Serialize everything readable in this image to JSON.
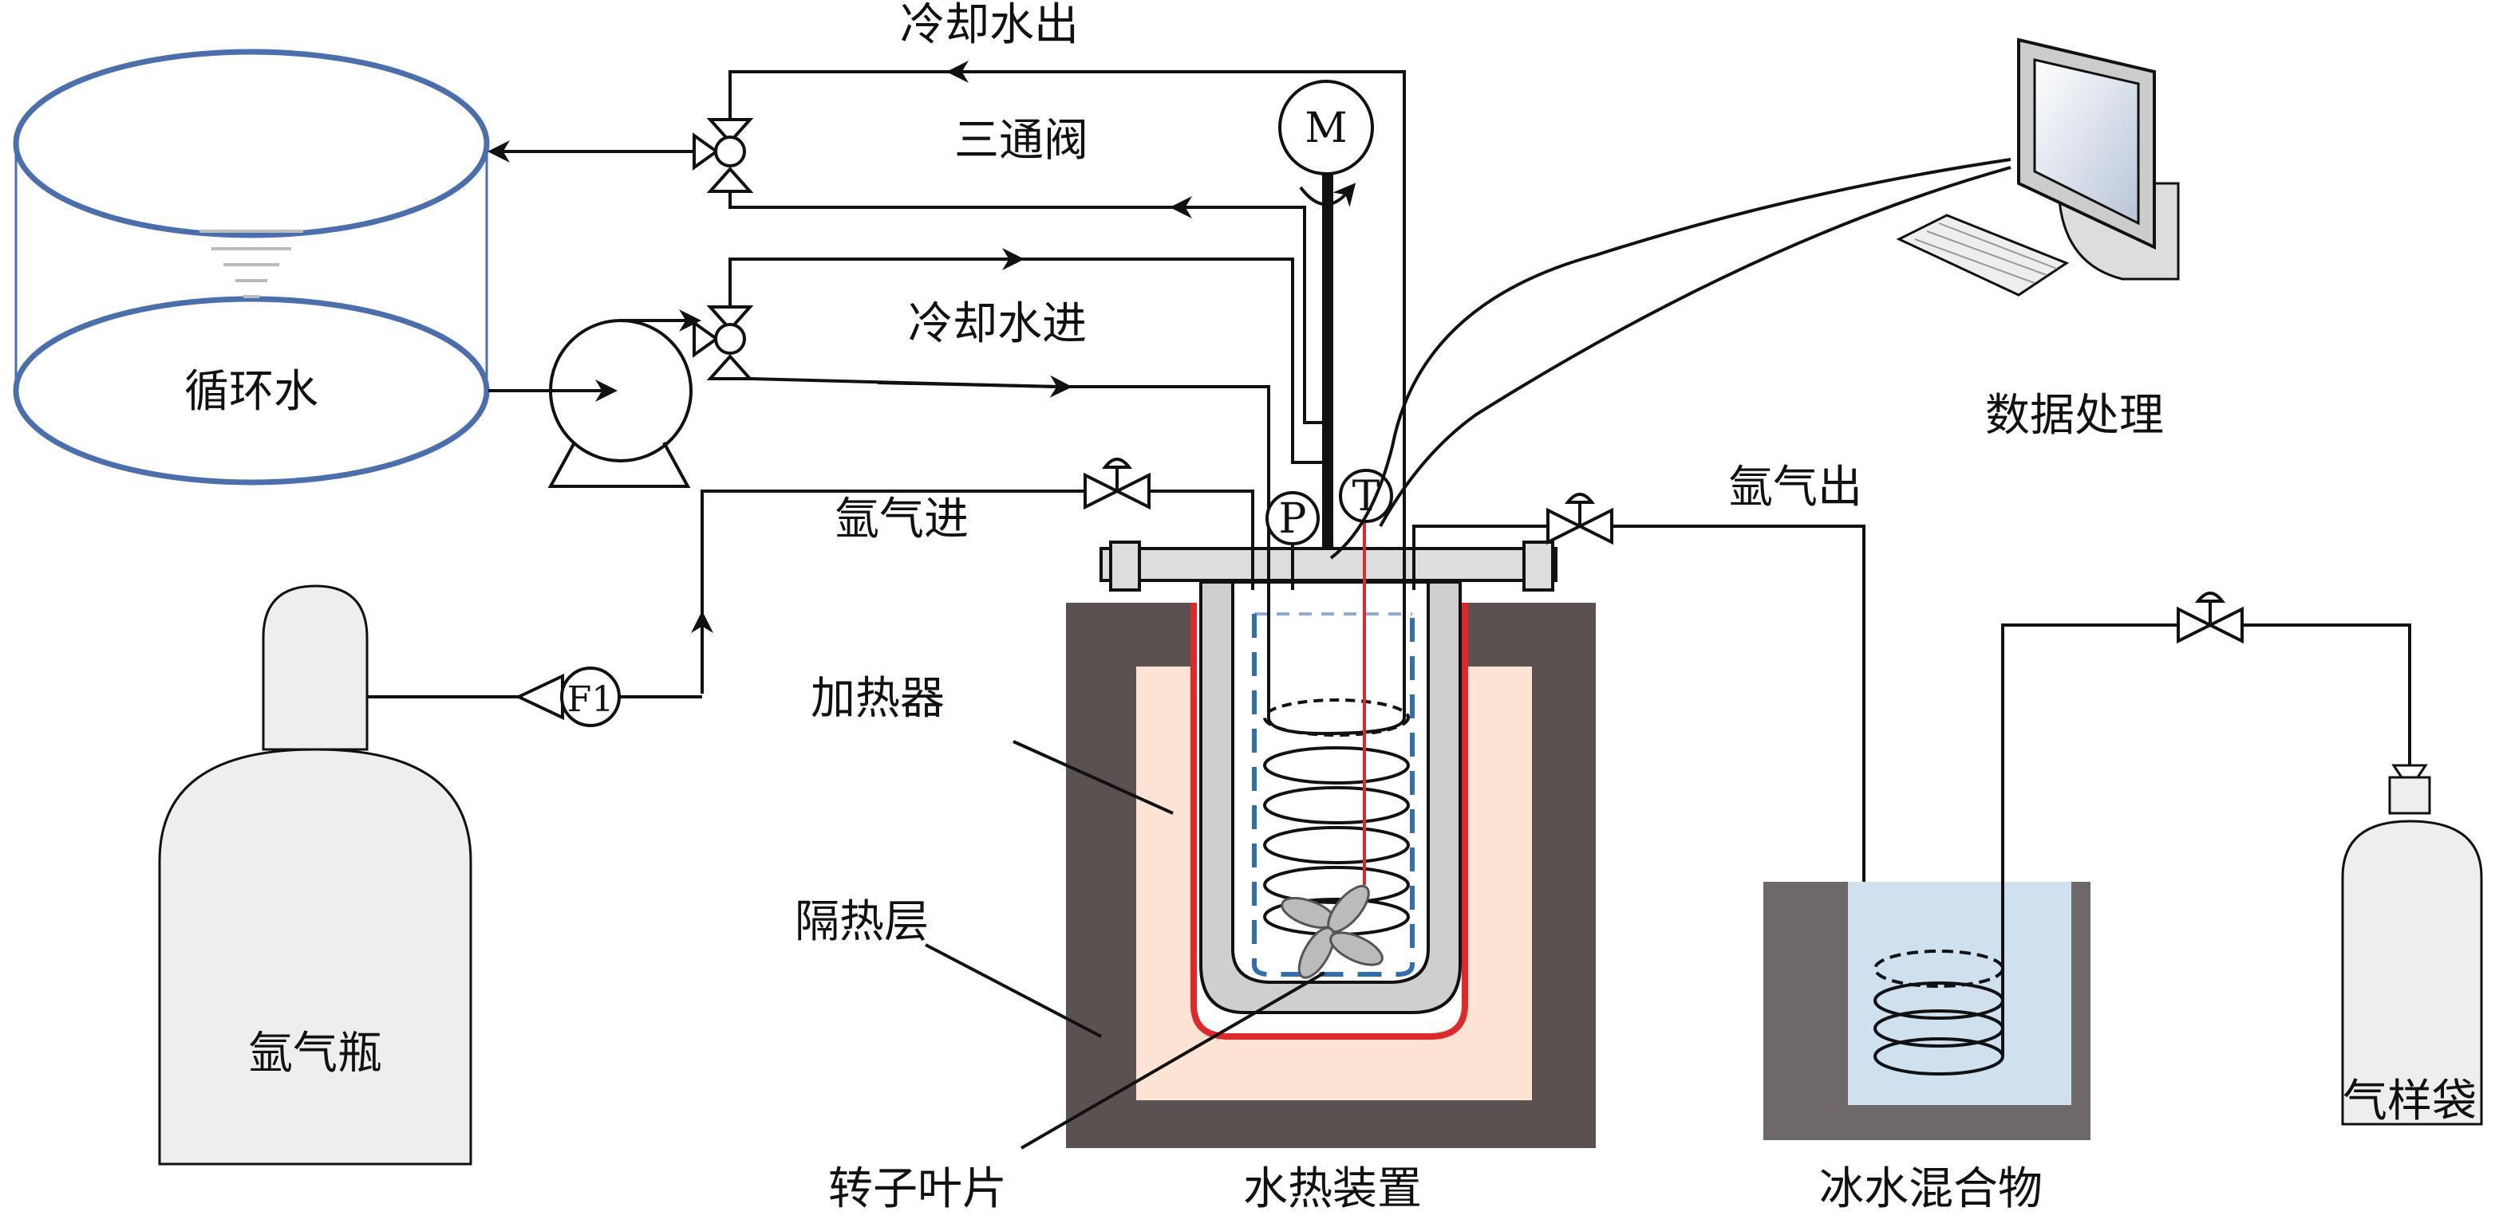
{
  "labels": {
    "cooling_out": "冷却水出",
    "three_way_valve": "三通阀",
    "cooling_in": "冷却水进",
    "circulating_water": "循环水",
    "argon_in": "氩气进",
    "argon_out": "氩气出",
    "heater": "加热器",
    "insulation": "隔热层",
    "argon_cylinder": "氩气瓶",
    "rotor_blade": "转子叶片",
    "hydrothermal_device": "水热装置",
    "ice_water": "冰水混合物",
    "gas_bag": "气样袋",
    "data_processing": "数据处理"
  },
  "symbols": {
    "motor": "M",
    "pressure": "P",
    "temperature": "T",
    "flowmeter": "F1"
  },
  "colors": {
    "tank": "#4a6fb0",
    "furnace": "#5a5250",
    "heater": "#fde3d3",
    "heater_wire": "#e02828",
    "vessel": "#cfcfcf",
    "ice_water": "#cfe0ee"
  }
}
